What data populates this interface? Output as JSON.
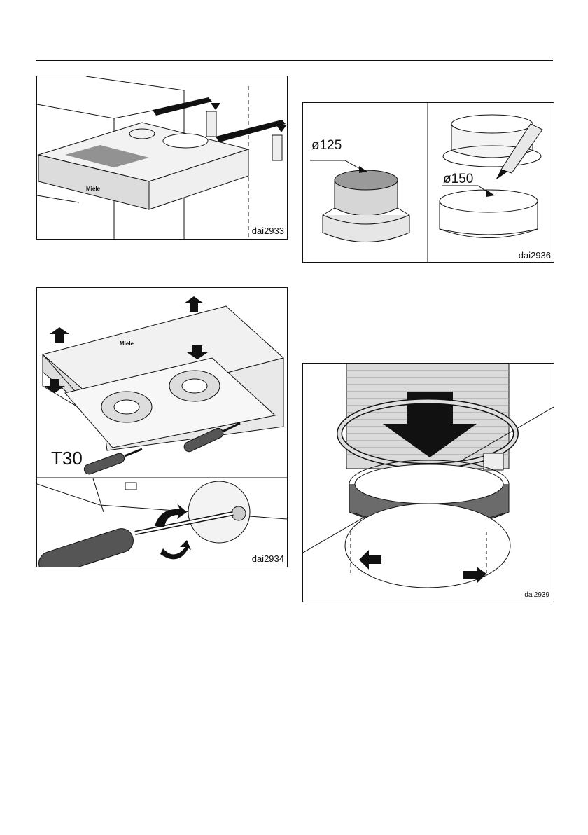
{
  "figures": {
    "fig1": {
      "code": "dai2933"
    },
    "fig2": {
      "code": "dai2936",
      "label_left": "ø125",
      "label_right": "ø150"
    },
    "fig3": {
      "code": "dai2934",
      "tool_label": "T30"
    },
    "fig4": {
      "code": "dai2939"
    }
  },
  "colors": {
    "line": "#111111",
    "panel_grey": "#d9d9d9",
    "dark_grey": "#555555",
    "ring_dark": "#6b6b6b"
  }
}
